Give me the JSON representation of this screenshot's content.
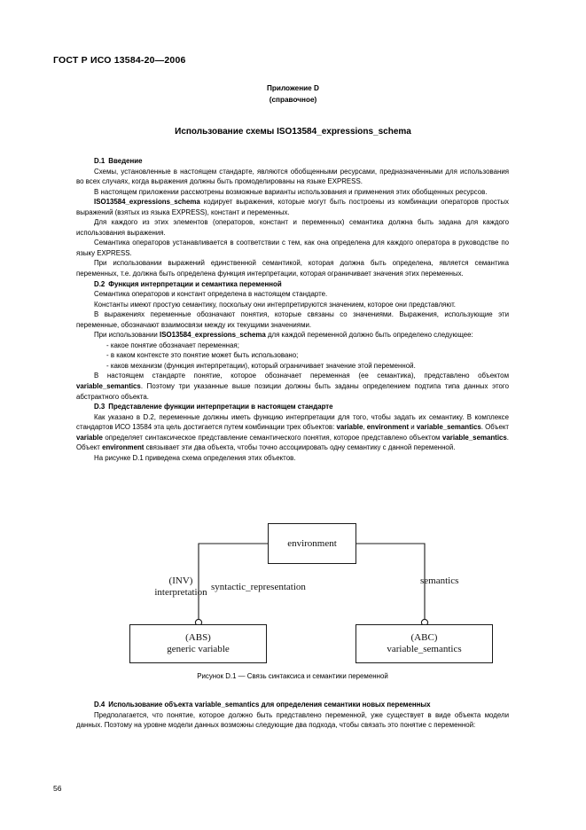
{
  "document": {
    "running_head": "ГОСТ Р ИСО 13584-20—2006",
    "page_number": "56"
  },
  "annex": {
    "line1": "Приложение D",
    "line2": "(справочное)"
  },
  "title": "Использование схемы ISO13584_expressions_schema",
  "sections": {
    "d1": {
      "heading_number": "D.1",
      "heading_text": "Введение",
      "p1": "Схемы, установленные в настоящем стандарте, являются обобщенными ресурсами, предназначенными для использования во всех случаях, когда выражения должны быть промоделированы на языке EXPRESS.",
      "p2": "В настоящем приложении рассмотрены возможные варианты использования и применения этих обобщенных ресурсов.",
      "p3_bold": "ISO13584_expressions_schema",
      "p3_rest": " кодирует выражения, которые могут быть построены из комбинации операторов простых выражений (взятых из языка EXPRESS), констант и переменных.",
      "p4": "Для каждого из этих элементов (операторов, констант и переменных) семантика должна быть задана для каждого использования выражения.",
      "p5": "Семантика операторов устанавливается в соответствии с тем, как она определена для каждого оператора в руководстве по языку EXPRESS.",
      "p6": "При использовании выражений единственной семантикой, которая должна быть определена, является семантика переменных, т.е. должна быть определена функция интерпретации, которая ограничивает значения этих переменных."
    },
    "d2": {
      "heading_number": "D.2",
      "heading_text": "Функция интерпретации и семантика переменной",
      "p1": "Семантика операторов и констант определена в настоящем стандарте.",
      "p2": "Константы имеют простую семантику, поскольку они интерпретируются значением, которое они представляют.",
      "p3": "В выражениях переменные обозначают понятия, которые связаны со значениями. Выражения, использующие эти переменные, обозначают взаимосвязи между их текущими значениями.",
      "p4_pre": "При использовании ",
      "p4_bold": "ISO13584_expressions_schema",
      "p4_post": " для каждой переменной должно быть определено следующее:",
      "bullets": [
        "- какое понятие обозначает переменная;",
        "- в каком контексте это понятие может быть использовано;",
        "- каков механизм (функция интерпретации), который ограничивает значение этой переменной."
      ],
      "p5_pre": "В настоящем стандарте понятие, которое обозначает переменная (ее семантика), представлено объектом ",
      "p5_bold": "variable_semantics",
      "p5_post": ". Поэтому три указанные выше позиции должны быть заданы определением подтипа типа данных этого абстрактного объекта."
    },
    "d3": {
      "heading_number": "D.3",
      "heading_text": "Представление функции интерпретации в настоящем стандарте",
      "p1_a": "Как указано в D.2, переменные должны иметь функцию интерпретации для того, чтобы задать их семантику. В комплексе стандартов ИСО 13584 эта цель достигается путем комбинации трех объектов: ",
      "p1_b1": "variable",
      "p1_c": ", ",
      "p1_b2": "environment",
      "p1_d": " и ",
      "p1_b3": "variable_semantics",
      "p1_e": ". Объект ",
      "p1_b4": "variable",
      "p1_f": " определяет синтаксическое представление семантического понятия, которое представлено объектом ",
      "p1_b5": "variable_semantics",
      "p1_g": ". Объект ",
      "p1_b6": "environment",
      "p1_h": " связывает эти два объекта, чтобы точно ассоциировать одну семантику с данной переменной.",
      "p2": "На рисунке D.1 приведена схема определения этих объектов."
    },
    "d4": {
      "heading_number": "D.4",
      "heading_pre": "Использование объекта ",
      "heading_term": "variable_semantics",
      "heading_post": " для определения семантики новых переменных",
      "p1": "Предполагается, что понятие, которое должно быть представлено переменной, уже существует в виде объекта модели данных. Поэтому на уровне модели данных возможны следующие два подхода, чтобы связать это понятие с переменной:"
    }
  },
  "figure": {
    "boxes": {
      "environment": {
        "line1": "environment",
        "line2": ""
      },
      "generic_variable": {
        "line1": "(ABS)",
        "line2": "generic  variable"
      },
      "variable_semantics": {
        "line1": "(ABC)",
        "line2": "variable_semantics"
      }
    },
    "labels": {
      "interpretation_line1": "(INV)",
      "interpretation_line2": "interpretation",
      "syntactic": "syntactic_representation",
      "semantics": "semantics"
    },
    "caption": "Рисунок D.1 — Связь синтаксиса и семантики переменной",
    "line_color": "#1a1a1a"
  }
}
